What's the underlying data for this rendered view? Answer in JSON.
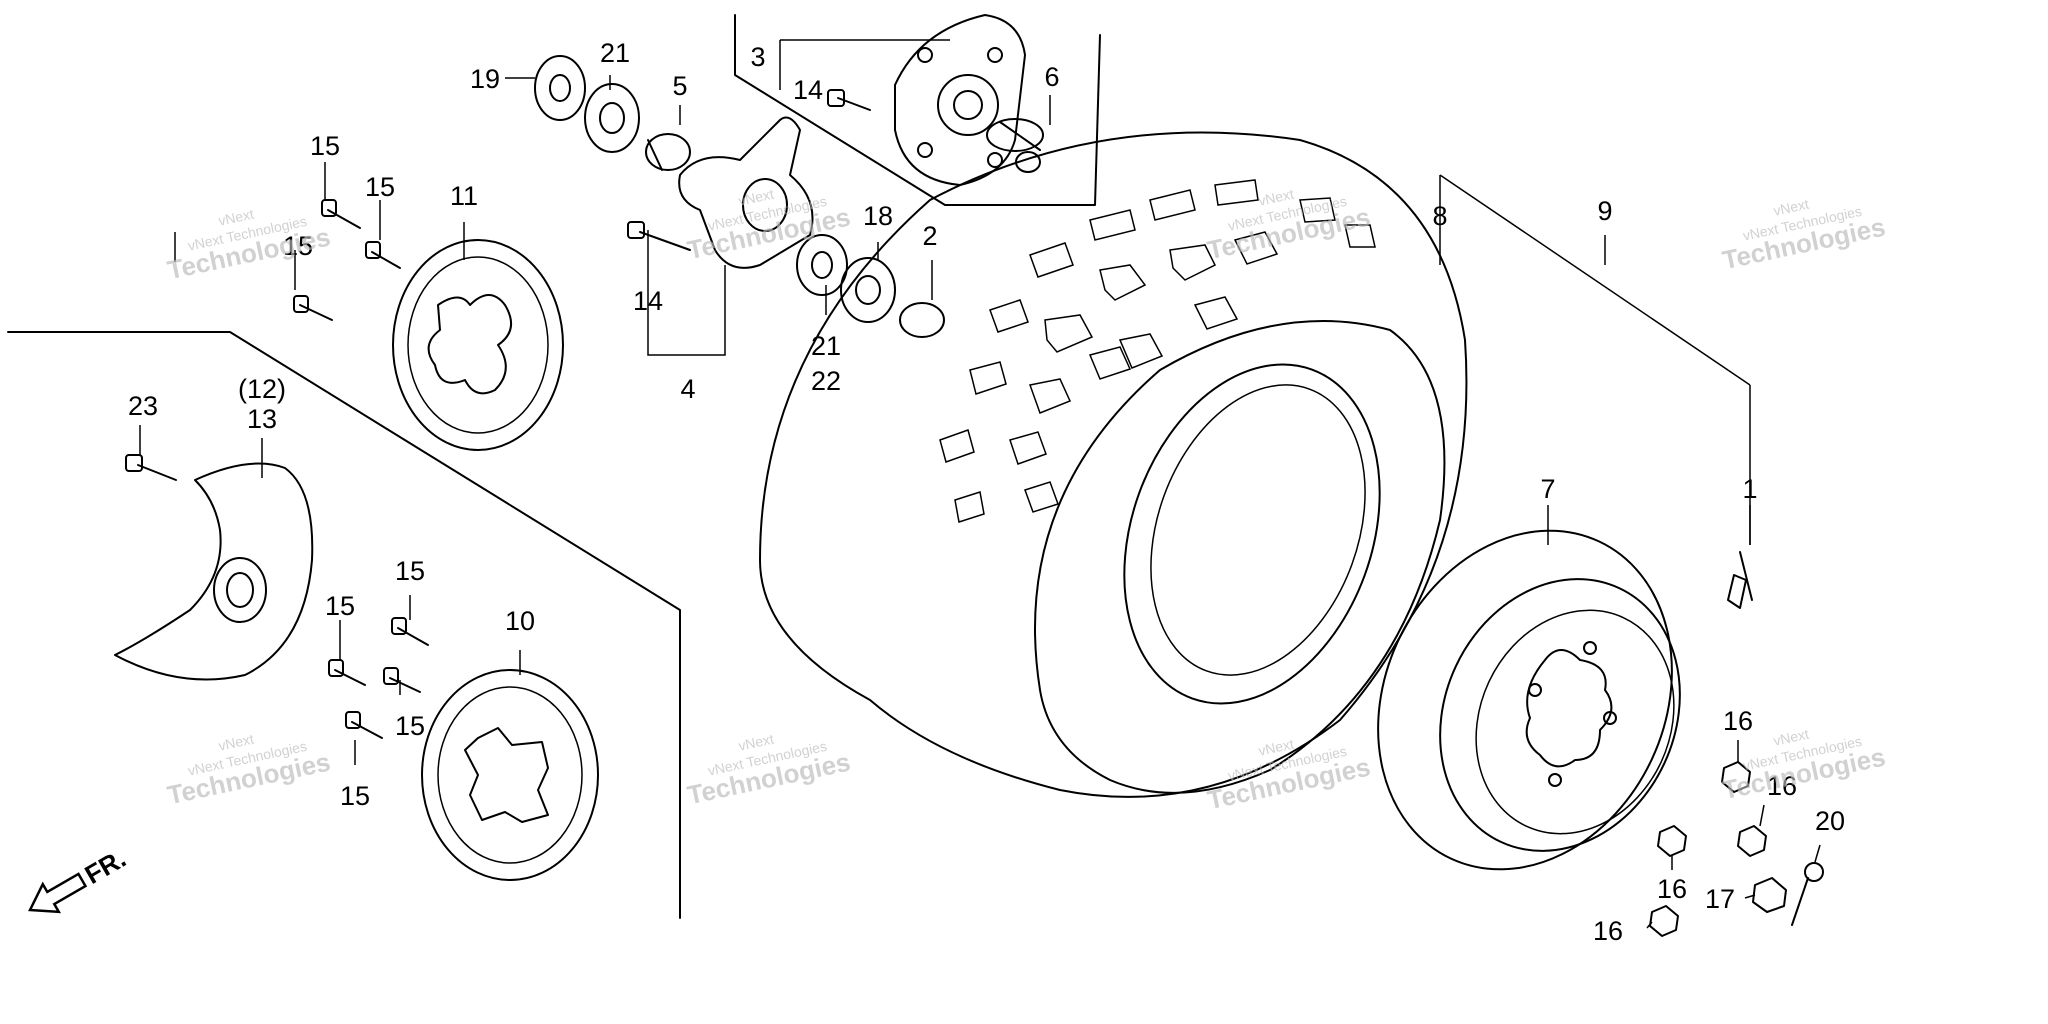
{
  "callouts": {
    "c1": "1",
    "c2": "2",
    "c3": "3",
    "c4": "4",
    "c5": "5",
    "c6": "6",
    "c7": "7",
    "c8": "8",
    "c9": "9",
    "c10": "10",
    "c11": "11",
    "c12": "(12)",
    "c13": "13",
    "c14a": "14",
    "c14b": "14",
    "c15a": "15",
    "c15b": "15",
    "c15c": "15",
    "c15d": "15",
    "c15e": "15",
    "c15f": "15",
    "c15g": "15",
    "c16a": "16",
    "c16b": "16",
    "c16c": "16",
    "c16d": "16",
    "c17": "17",
    "c18": "18",
    "c19": "19",
    "c20": "20",
    "c21a": "21",
    "c21b": "21",
    "c22": "22",
    "c23": "23"
  },
  "direction_label": "FR.",
  "watermark": {
    "line1": "vNext",
    "line2": "vNext Technologies",
    "line3": "Technologies"
  },
  "colors": {
    "ink": "#000000",
    "paper": "#ffffff",
    "watermark": "#b9b9b9"
  }
}
